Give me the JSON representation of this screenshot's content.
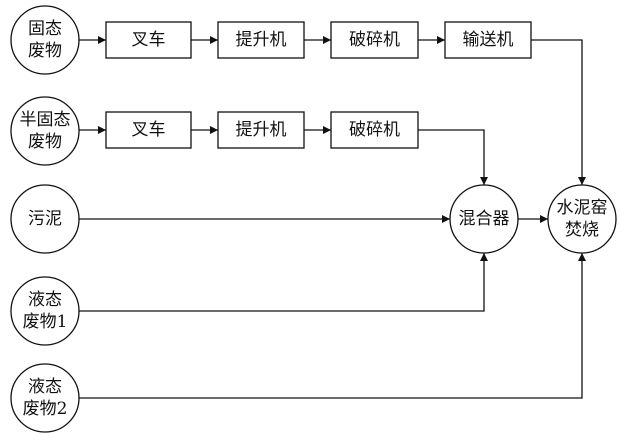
{
  "colors": {
    "stroke": "#111111",
    "background": "#ffffff",
    "text": "#111111"
  },
  "sources": {
    "solid_waste": "固态\n废物",
    "semi_solid_waste": "半固态\n废物",
    "sludge": "污泥",
    "liquid_waste_1": "液态\n废物1",
    "liquid_waste_2": "液态\n废物2"
  },
  "row1": {
    "forklift": "叉车",
    "hoist": "提升机",
    "crusher": "破碎机",
    "conveyor": "输送机"
  },
  "row2": {
    "forklift": "叉车",
    "hoist": "提升机",
    "crusher": "破碎机"
  },
  "mixer": "混合器",
  "kiln": "水泥窑\n焚烧"
}
